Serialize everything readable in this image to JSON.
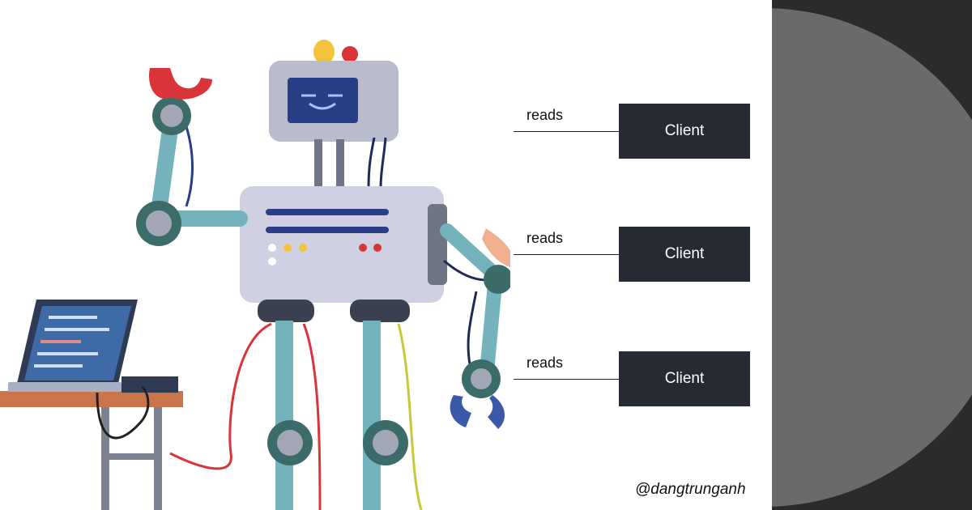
{
  "diagram": {
    "edge_label": "reads",
    "node_label": "Client",
    "rows": [
      {
        "edge": "reads",
        "node": "Client"
      },
      {
        "edge": "reads",
        "node": "Client"
      },
      {
        "edge": "reads",
        "node": "Client"
      }
    ]
  },
  "watermark": "@dangtrunganh",
  "colors": {
    "node_fill": "#262a33",
    "node_text": "#ffffff",
    "side_panel": "#2b2b2b",
    "side_circle": "#6a6a6a"
  },
  "illustration": {
    "icon": "robot-icon"
  }
}
